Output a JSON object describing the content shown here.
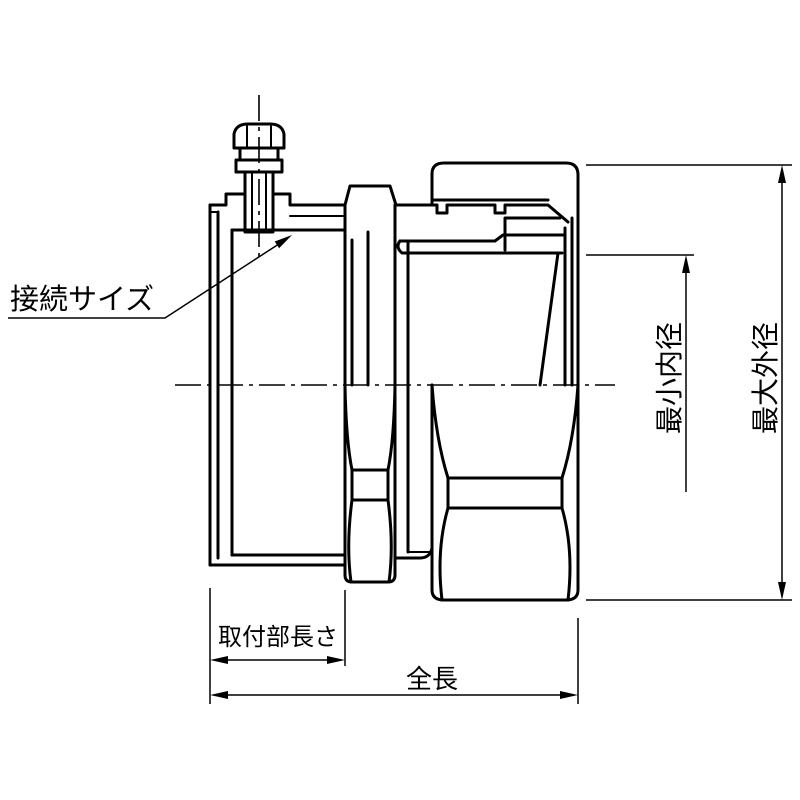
{
  "diagram": {
    "labels": {
      "connection_size": "接続サイズ",
      "min_inner_diameter": "最小内径",
      "max_outer_diameter": "最大外径",
      "mounting_length": "取付部長さ",
      "total_length": "全長"
    },
    "line_color": "#000000",
    "background_color": "#ffffff"
  }
}
